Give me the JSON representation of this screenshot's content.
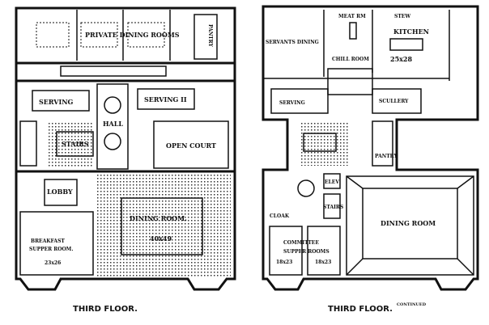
{
  "left_plan": {
    "caption": "THIRD FLOOR.",
    "rooms": {
      "private_dining": "PRIVATE DINING ROOMS",
      "pantry": "PANTRY",
      "serving": "SERVING",
      "serving_2": "SERVING II",
      "hall": "HALL",
      "stairs": "STAIRS",
      "open_court": "OPEN COURT",
      "lobby": "LOBBY",
      "dining_room": "DINING ROOM.",
      "dining_room_size": "40x49",
      "breakfast_1": "BREAKFAST",
      "breakfast_2": "SUPPER ROOM.",
      "breakfast_size": "23x26"
    }
  },
  "right_plan": {
    "caption": "THIRD FLOOR.",
    "caption_note": "CONTINUED",
    "rooms": {
      "meat_rm": "MEAT RM",
      "stew": "STEW",
      "servants_dining": "SERVANTS DINING",
      "kitchen": "KITCHEN",
      "kitchen_size": "25x28",
      "chill_room": "CHILL ROOM",
      "serving": "SERVING",
      "scullery": "SCULLERY",
      "pantry": "PANTRY",
      "elev": "ELEV",
      "stairs": "STAIRS",
      "cloak": "CLOAK",
      "committee_1": "COMMITTEE",
      "committee_2": "SUPPER ROOMS",
      "committee_size_a": "18x23",
      "committee_size_b": "18x23",
      "dining_room": "DINING ROOM"
    }
  }
}
